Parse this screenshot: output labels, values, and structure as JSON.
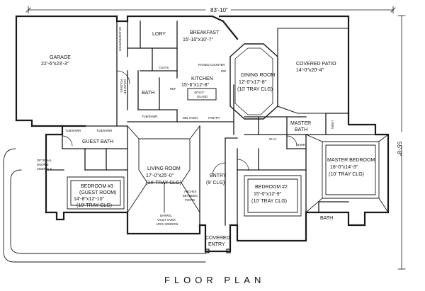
{
  "plan": {
    "title": "FLOOR PLAN",
    "overall_width": "83'-10\"",
    "overall_depth": "55'-8\"",
    "rooms": {
      "garage": {
        "name": "GARAGE",
        "size": "22'-6\"x23'-3\""
      },
      "breakfast": {
        "name": "BREAKFAST",
        "size": "15'-10\"x10'-7\""
      },
      "kitchen": {
        "name": "KITCHEN",
        "size": "15'-6\"x12'-8\""
      },
      "island": {
        "name": "ISLAND",
        "size": "48\"x24\""
      },
      "dining": {
        "name": "DINING ROOM",
        "size": "12'-0\"x17'-8\"",
        "ceiling": "(10' TRAY CLG)"
      },
      "patio": {
        "name": "COVERED PATIO",
        "size": "14'-0\"x20'-4\""
      },
      "master_bath": {
        "name": "MASTER",
        "name2": "BATH"
      },
      "master_bed": {
        "name": "MASTER BEDROOM",
        "size": "18'-0\"x14'-3\"",
        "ceiling": "(10' TRAY CLG)"
      },
      "guest_bath": {
        "name": "GUEST BATH"
      },
      "living": {
        "name": "LIVING ROOM",
        "size": "17'-0\"x25'-0\"",
        "ceiling": "(14' TRAY CLG)"
      },
      "entry": {
        "name": "ENTRY",
        "ceiling": "(9' CLG)"
      },
      "bed2": {
        "name": "BEDROOM #2",
        "size": "15'-0\"x12'-9\"",
        "ceiling": "(10' TRAY CLG)"
      },
      "bed3": {
        "name": "BEDROOM #3",
        "sub": "(GUEST ROOM)",
        "size": "14'-8\"x12'-10\"",
        "ceiling": "(10' TRAY CLG)"
      },
      "covered_entry": {
        "name": "COVERED",
        "name2": "ENTRY"
      },
      "bath": {
        "name": "BATH"
      },
      "bath2": {
        "name": "BATH"
      },
      "lory": {
        "name": "LORY"
      }
    },
    "notes": {
      "pantry": "PANTRY",
      "coats": "COATS",
      "wic": "W.I.C.",
      "tub_shwr": "TUB/SHWR",
      "tub_shwr2": "TUB/SHWR",
      "tub_shwr3": "TUB/SHWR",
      "shwr": "SHWR",
      "ref": "REF",
      "dw": "DW",
      "optional_door_1": "OPTIONAL",
      "optional_door_2": "DOOR &",
      "optional_door_3": "SIDEWALK",
      "arches": "ARCHES",
      "arches2": "BETWEEN",
      "arches3": "POSTS",
      "barrel": "BARREL",
      "barrel2": "VAULT OVER",
      "barrel3": "ARCH WINDOW",
      "dbl_oven": "DBL OVEN",
      "linen": "LINEN",
      "washer_dryer": "WASHER/DRYER",
      "folding": "FOLDING",
      "counter": "COUNTER",
      "raised_counter": "RAISED COUNTER"
    }
  }
}
